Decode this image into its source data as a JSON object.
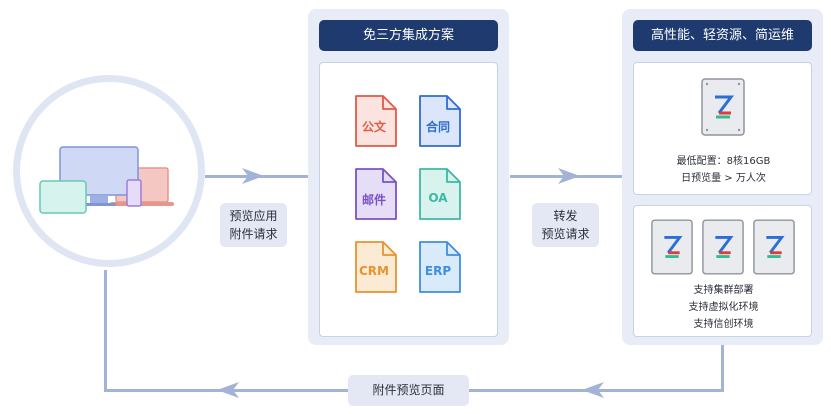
{
  "flow": {
    "preview_request_label_1": "预览应用",
    "preview_request_label_2": "附件请求",
    "forward_label_1": "转发",
    "forward_label_2": "预览请求",
    "return_label": "附件预览页面"
  },
  "integration_panel": {
    "title": "免三方集成方案",
    "documents": [
      {
        "label": "公文",
        "color": "#e25a48",
        "fill": "#fbe3df"
      },
      {
        "label": "合同",
        "color": "#2f6ccf",
        "fill": "#dbe6fa"
      },
      {
        "label": "邮件",
        "color": "#7b52c8",
        "fill": "#e6ddf7"
      },
      {
        "label": "OA",
        "color": "#3cb9a6",
        "fill": "#d8f3ee"
      },
      {
        "label": "CRM",
        "color": "#e8932e",
        "fill": "#fcebd4"
      },
      {
        "label": "ERP",
        "color": "#3e8fdc",
        "fill": "#d9ebfa"
      }
    ]
  },
  "performance_panel": {
    "title": "高性能、轻资源、简运维",
    "single_server": {
      "min_config": "最低配置：8核16GB",
      "daily_previews": "日预览量 > 万人次"
    },
    "cluster": {
      "feature_1": "支持集群部署",
      "feature_2": "支持虚拟化环境",
      "feature_3": "支持信创环境"
    }
  }
}
